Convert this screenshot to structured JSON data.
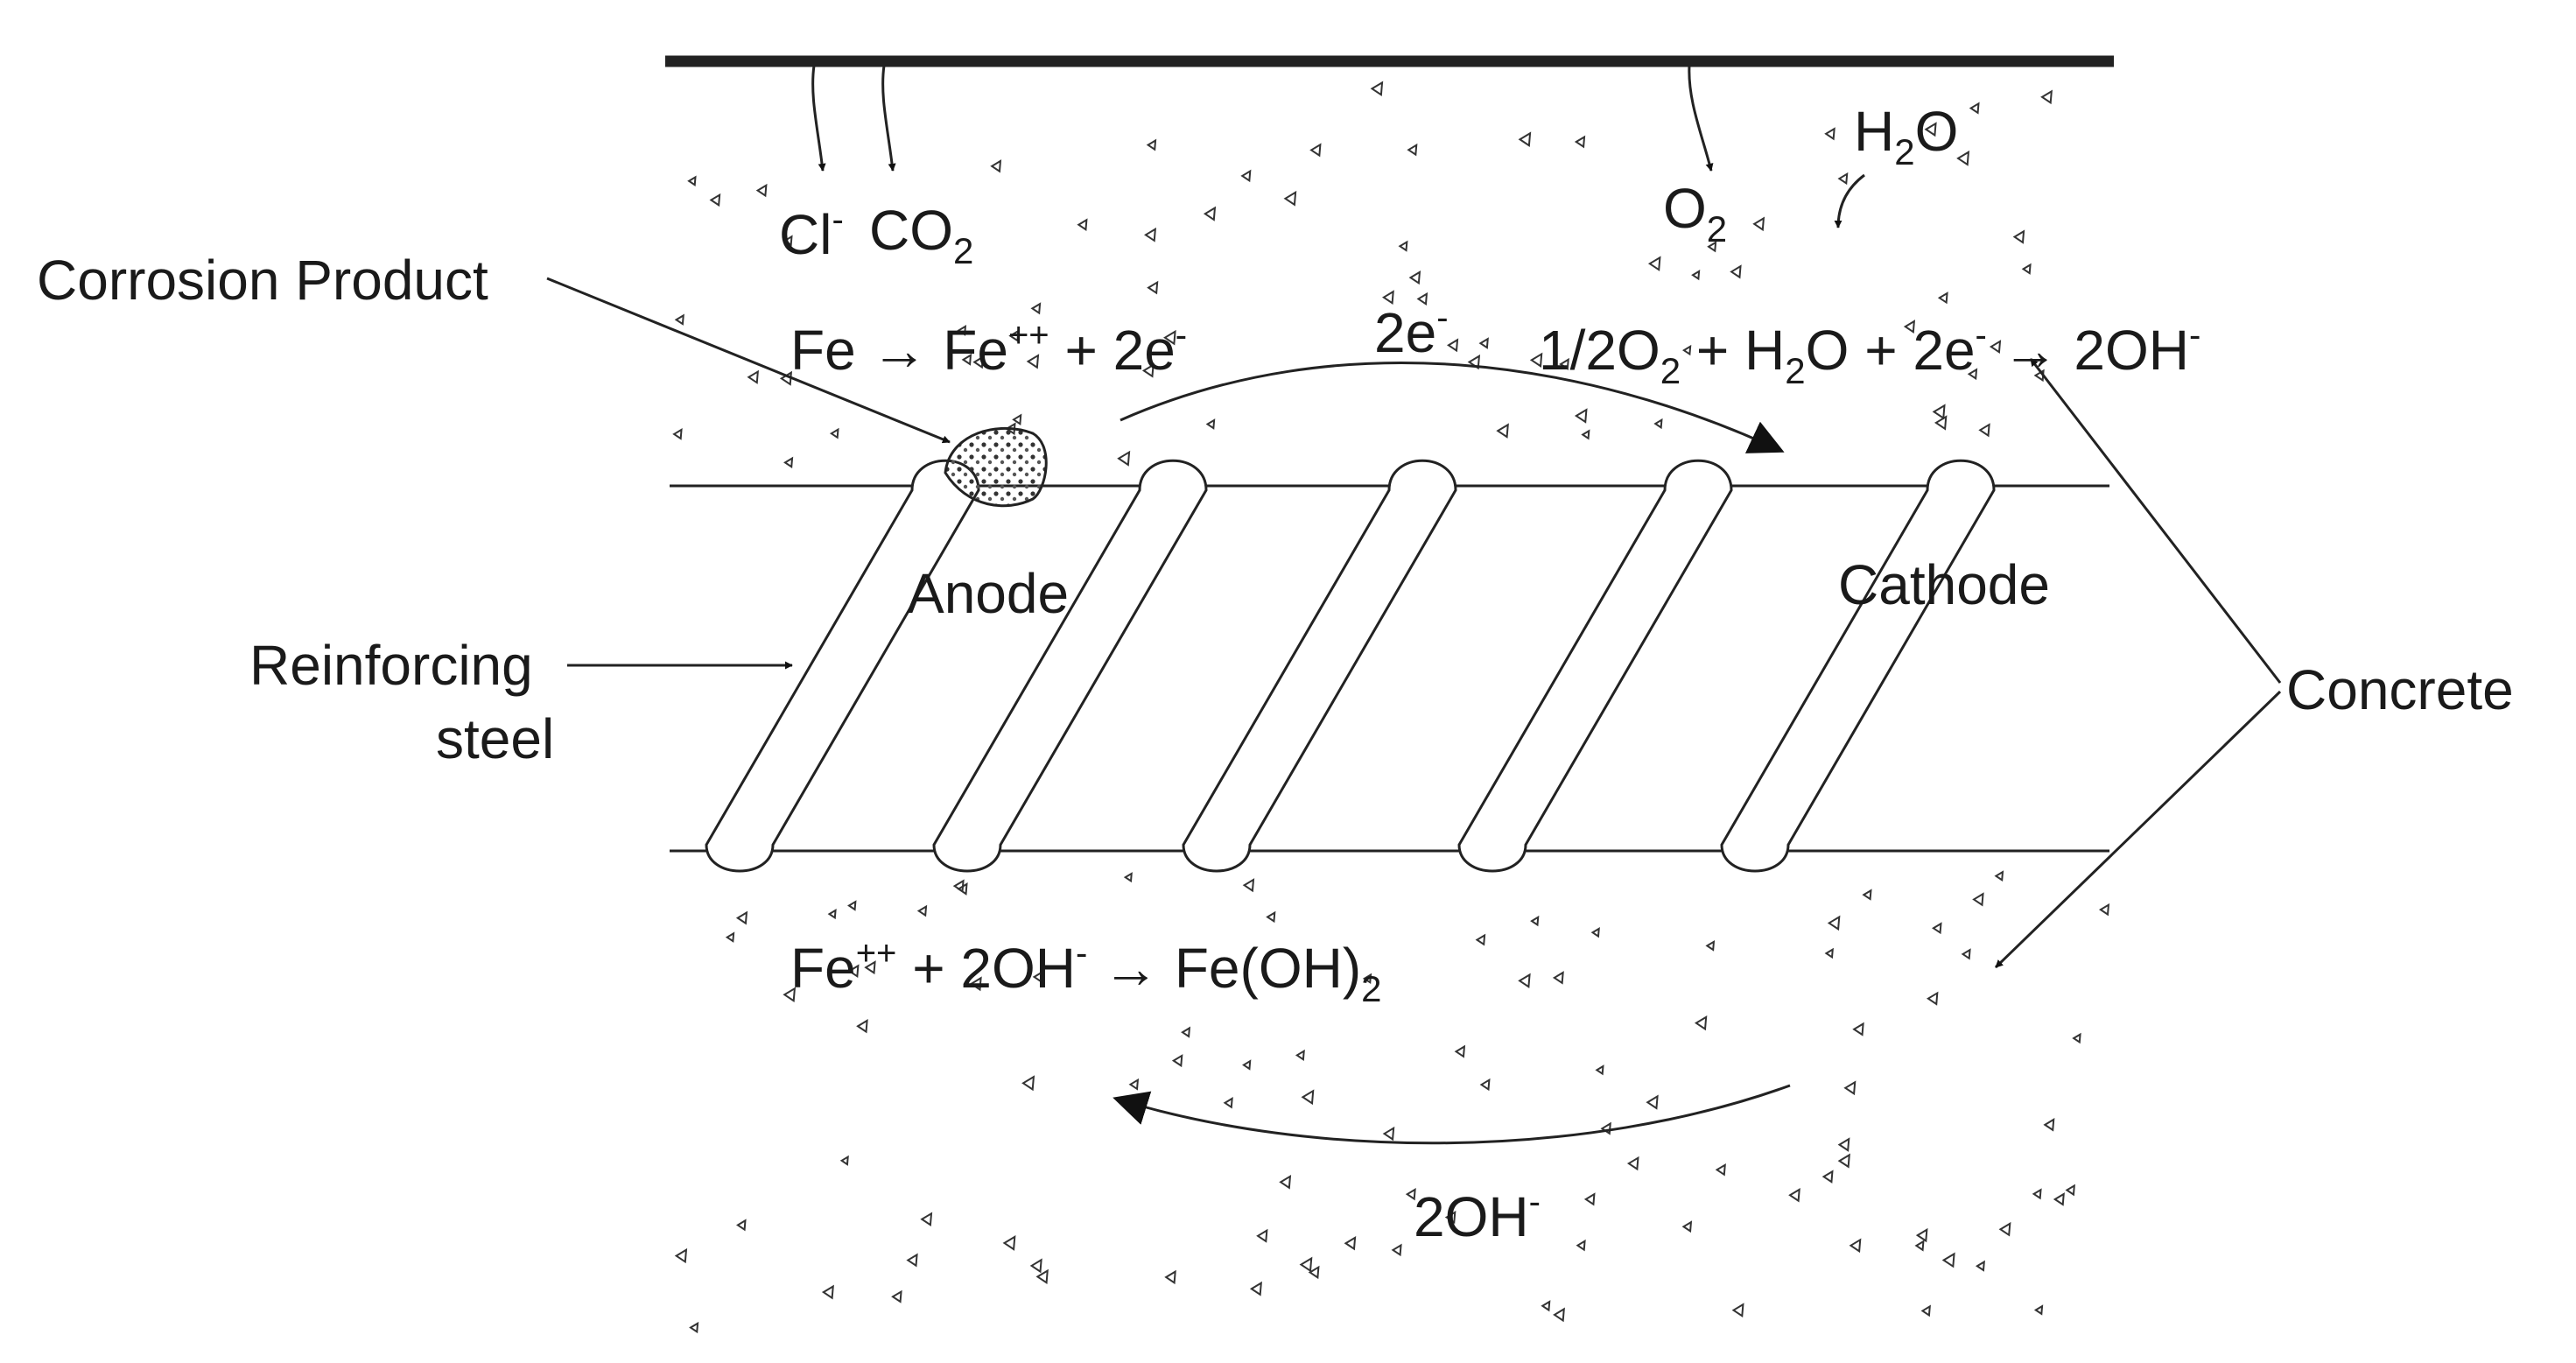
{
  "labels": {
    "corrosion_product": "Corrosion Product",
    "reinforcing": "Reinforcing",
    "steel": "steel",
    "anode": "Anode",
    "cathode": "Cathode",
    "concrete": "Concrete"
  },
  "species": {
    "cl": "Cl",
    "cl_sup": "-",
    "co2": "CO",
    "co2_sub": "2",
    "o2": "O",
    "o2_sub": "2",
    "h2o_h": "H",
    "h2o_sub": "2",
    "h2o_o": "O"
  },
  "reactions": {
    "anodic": {
      "a": "Fe",
      "arrow": "→",
      "b": "Fe",
      "b_sup": "++",
      "c": " + 2e",
      "c_sup": "-"
    },
    "electron_flow": {
      "text": "2e",
      "sup": "-"
    },
    "cathodic": {
      "a": "1/2O",
      "a_sub": "2",
      "b": " + H",
      "b_sub": "2",
      "c": "O + 2e",
      "c_sup": "-",
      "arrow": "→",
      "d": " 2OH",
      "d_sup": "-"
    },
    "hydroxide": {
      "a": "Fe",
      "a_sup": "++",
      "b": " + 2OH",
      "b_sup": "-",
      "arrow": "→",
      "c": " Fe(OH)",
      "c_sub": "2"
    },
    "hydroxide_flow": {
      "text": "2OH",
      "sup": "-"
    }
  },
  "colors": {
    "ink": "#1a1a1a",
    "background": "#ffffff"
  }
}
